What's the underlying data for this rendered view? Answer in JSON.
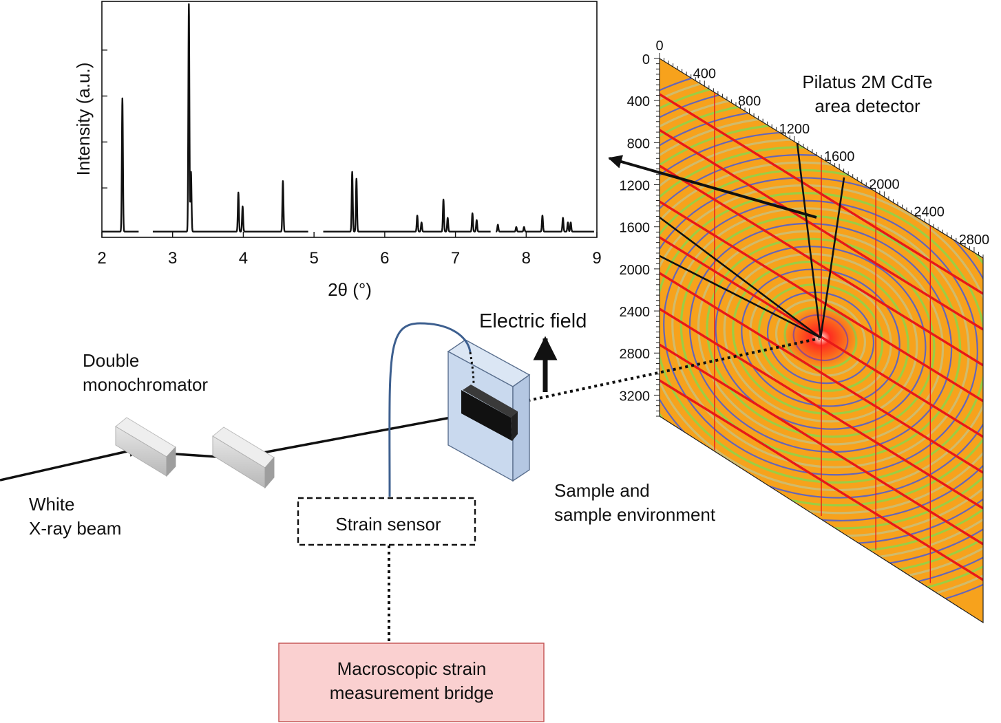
{
  "labels": {
    "double_monochromator": [
      "Double",
      "monochromator"
    ],
    "white_xray_beam": [
      "White",
      "X-ray beam"
    ],
    "strain_sensor": "Strain sensor",
    "measurement_bridge": [
      "Macroscopic strain",
      "measurement bridge"
    ],
    "sample_environment": [
      "Sample and",
      "sample environment"
    ],
    "electric_field": "Electric field",
    "detector": [
      "Pilatus 2M CdTe",
      "area detector"
    ]
  },
  "detector_axes": {
    "columns": [
      "0",
      "400",
      "800",
      "1200",
      "1600",
      "2000",
      "2400",
      "2800"
    ],
    "rows": [
      "0",
      "400",
      "800",
      "1200",
      "1600",
      "2000",
      "2400",
      "2800",
      "3200"
    ]
  },
  "colors": {
    "detector_background": "#f7a21c",
    "ring_outer": "#8bd64a",
    "ring_inner": "#4a5bd6",
    "detector_lines": "#e81818",
    "sample_holder": "#c9d9ee",
    "bridge_fill": "#fad0d0",
    "cable": "#3d5f8f"
  },
  "chart_data": {
    "type": "line",
    "title": "",
    "xlabel": "2θ (°)",
    "ylabel": "Intensity (a.u.)",
    "xlim": [
      2,
      9
    ],
    "ylim": [
      0,
      1
    ],
    "x_ticks": [
      "2",
      "3",
      "4",
      "5",
      "6",
      "7",
      "8",
      "9"
    ],
    "segments": [
      [
        2.0,
        2.52
      ],
      [
        2.72,
        4.92
      ],
      [
        5.13,
        7.5
      ],
      [
        7.57,
        8.96
      ]
    ],
    "baseline": 0.01,
    "peaks": [
      {
        "x": 2.29,
        "y": 0.58
      },
      {
        "x": 3.23,
        "y": 0.99
      },
      {
        "x": 3.26,
        "y": 0.26
      },
      {
        "x": 3.93,
        "y": 0.17
      },
      {
        "x": 3.99,
        "y": 0.11
      },
      {
        "x": 4.56,
        "y": 0.22
      },
      {
        "x": 5.54,
        "y": 0.26
      },
      {
        "x": 5.6,
        "y": 0.23
      },
      {
        "x": 6.46,
        "y": 0.07
      },
      {
        "x": 6.52,
        "y": 0.04
      },
      {
        "x": 6.83,
        "y": 0.14
      },
      {
        "x": 6.89,
        "y": 0.06
      },
      {
        "x": 7.24,
        "y": 0.08
      },
      {
        "x": 7.3,
        "y": 0.05
      },
      {
        "x": 7.6,
        "y": 0.03
      },
      {
        "x": 7.86,
        "y": 0.02
      },
      {
        "x": 7.97,
        "y": 0.02
      },
      {
        "x": 8.23,
        "y": 0.07
      },
      {
        "x": 8.52,
        "y": 0.06
      },
      {
        "x": 8.59,
        "y": 0.04
      },
      {
        "x": 8.63,
        "y": 0.04
      }
    ]
  }
}
